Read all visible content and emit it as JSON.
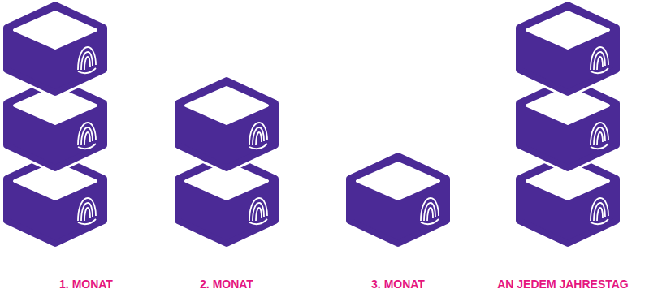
{
  "diagram": {
    "labels": [
      "1. MONAT",
      "2. MONAT",
      "3. MONAT",
      "AN JEDEM JAHRESTAG"
    ]
  }
}
